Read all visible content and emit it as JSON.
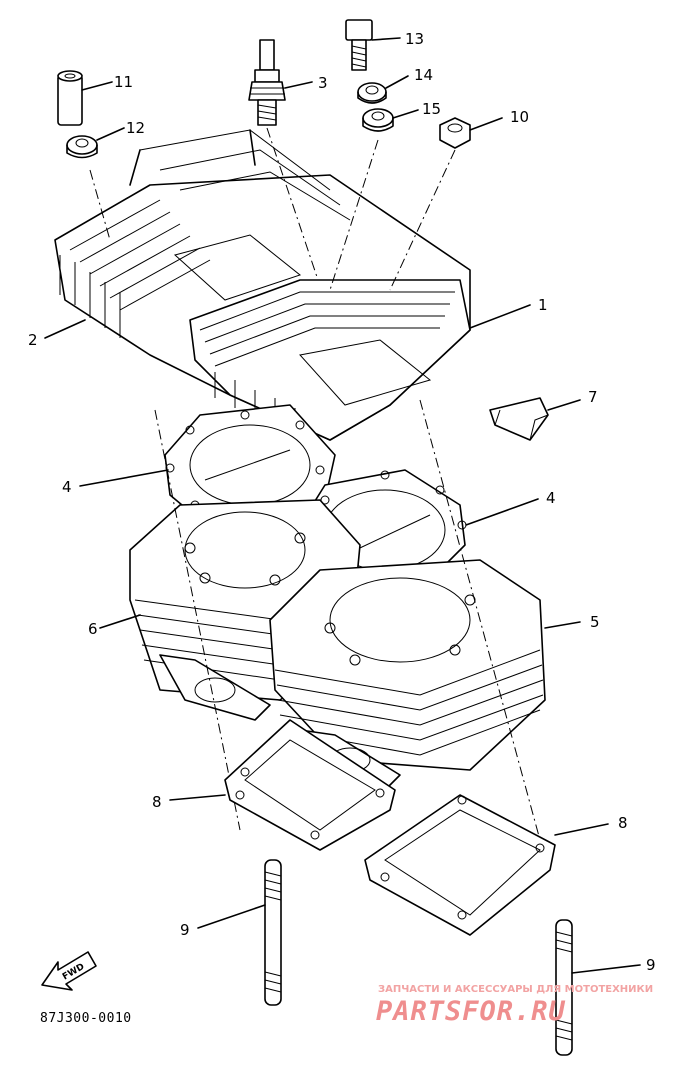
{
  "diagram": {
    "callouts": [
      {
        "id": "c1",
        "label": "1"
      },
      {
        "id": "c2",
        "label": "2"
      },
      {
        "id": "c3",
        "label": "3"
      },
      {
        "id": "c4a",
        "label": "4"
      },
      {
        "id": "c4b",
        "label": "4"
      },
      {
        "id": "c5",
        "label": "5"
      },
      {
        "id": "c6",
        "label": "6"
      },
      {
        "id": "c7",
        "label": "7"
      },
      {
        "id": "c8a",
        "label": "8"
      },
      {
        "id": "c8b",
        "label": "8"
      },
      {
        "id": "c9a",
        "label": "9"
      },
      {
        "id": "c9b",
        "label": "9"
      },
      {
        "id": "c10",
        "label": "10"
      },
      {
        "id": "c11",
        "label": "11"
      },
      {
        "id": "c12",
        "label": "12"
      },
      {
        "id": "c13",
        "label": "13"
      },
      {
        "id": "c14",
        "label": "14"
      },
      {
        "id": "c15",
        "label": "15"
      }
    ],
    "fwd_label": "FWD",
    "reference_code": "87J300-0010"
  },
  "watermark": {
    "tagline": "ЗАПЧАСТИ И АКСЕССУАРЫ ДЛЯ МОТОТЕХНИКИ",
    "brand": "PARTSFOR.RU",
    "color": "#ef8e8e"
  }
}
